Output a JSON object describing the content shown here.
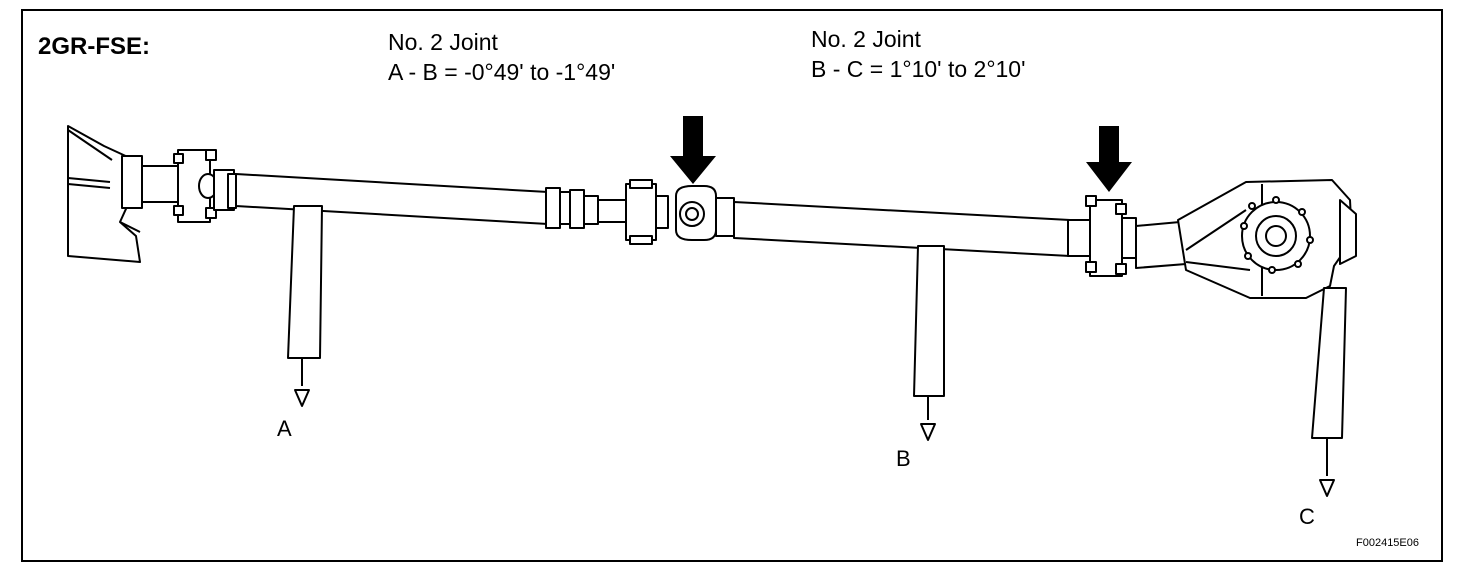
{
  "engine_label": "2GR-FSE:",
  "joint_ab": {
    "title": "No. 2 Joint",
    "spec": "A - B = -0°49' to -1°49'"
  },
  "joint_bc": {
    "title": "No. 2 Joint",
    "spec": "B - C = 1°10' to 2°10'"
  },
  "points": {
    "a": "A",
    "b": "B",
    "c": "C"
  },
  "figure_code": "F002415E06"
}
